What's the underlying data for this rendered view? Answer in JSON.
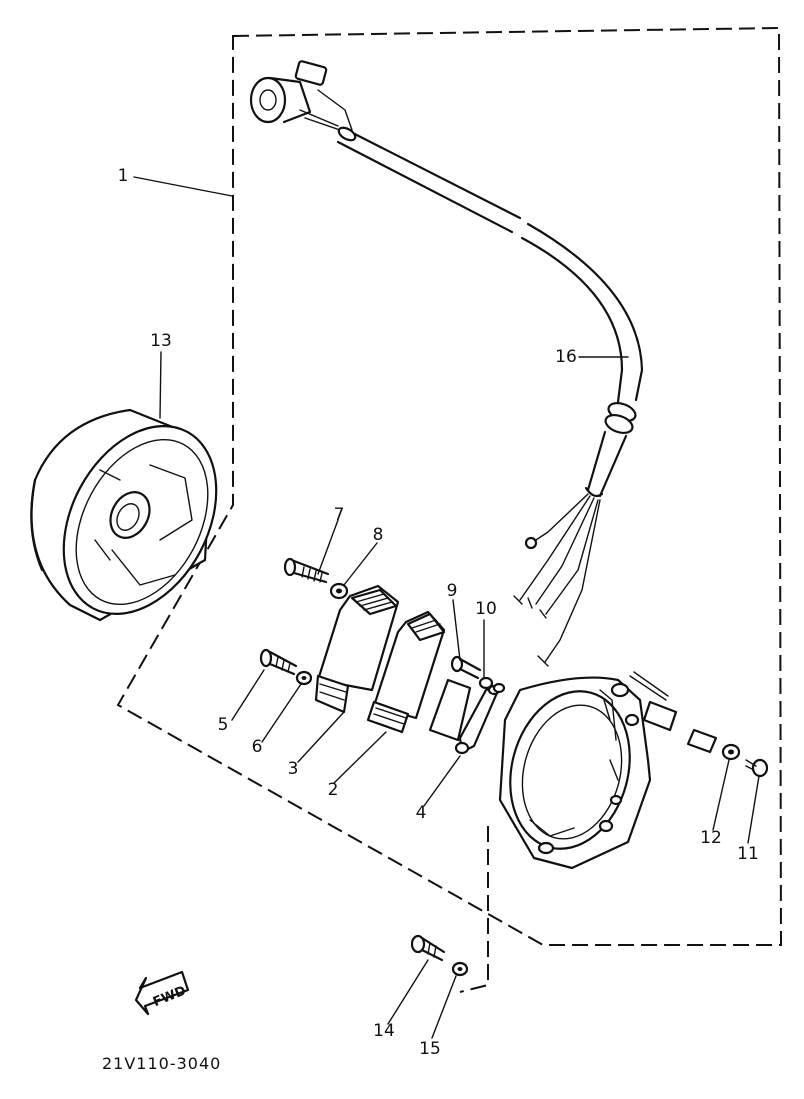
{
  "labels": {
    "p1": "1",
    "p2": "2",
    "p3": "3",
    "p4": "4",
    "p5": "5",
    "p6": "6",
    "p7": "7",
    "p8": "8",
    "p9": "9",
    "p10": "10",
    "p11": "11",
    "p12": "12",
    "p13": "13",
    "p14": "14",
    "p15": "15",
    "p16": "16"
  },
  "fwd_arrow": "FWD",
  "diagram_code": "21V110-3040"
}
